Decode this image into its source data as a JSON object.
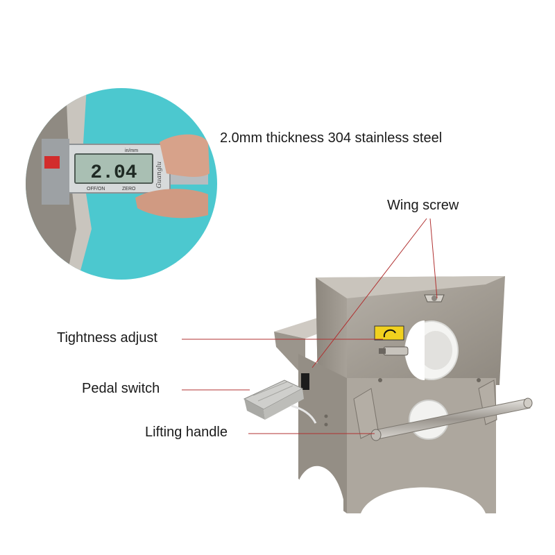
{
  "caliper_display": "2.04",
  "caliper_brand": "Guanglu",
  "caliper_buttons": {
    "unit": "in/mm",
    "power": "OFF/ON",
    "zero": "ZERO"
  },
  "labels": {
    "thickness": "2.0mm thickness 304 stainless steel",
    "wing_screw": "Wing screw",
    "tightness_adjust": "Tightness adjust",
    "pedal_switch": "Pedal switch",
    "lifting_handle": "Lifting handle"
  },
  "colors": {
    "inset_bg": "#4cc8cf",
    "callout_line": "#b03030",
    "steel": "#a8a29a"
  }
}
